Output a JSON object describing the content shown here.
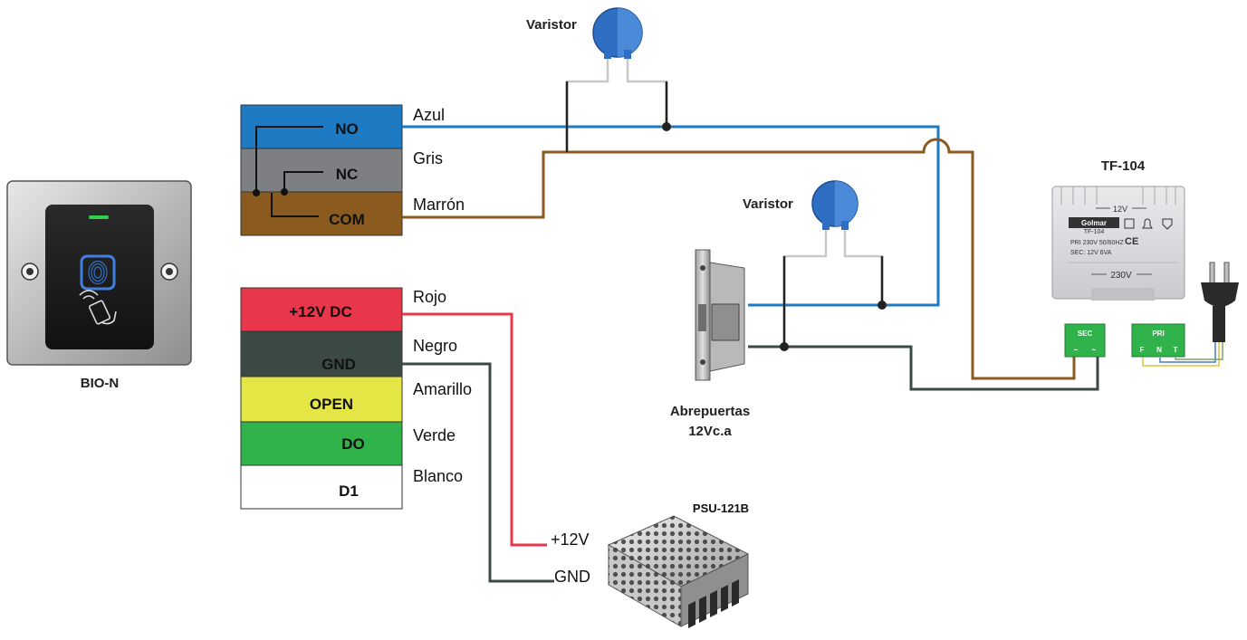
{
  "reader": {
    "name": "BIO-N"
  },
  "relay_block": {
    "terminals": [
      "NO",
      "NC",
      "COM"
    ],
    "wire_labels": [
      "Azul",
      "Gris",
      "Marrón"
    ]
  },
  "power_block": {
    "terminals": [
      "+12V DC",
      "GND",
      "OPEN",
      "DO",
      "D1"
    ],
    "wire_labels": [
      "Rojo",
      "Negro",
      "Amarillo",
      "Verde",
      "Blanco"
    ]
  },
  "varistor_top": {
    "label": "Varistor"
  },
  "varistor_lock": {
    "label": "Varistor"
  },
  "lock": {
    "label_line1": "Abrepuertas",
    "label_line2": "12Vc.a"
  },
  "transformer": {
    "name": "TF-104",
    "secondary_label": "12V",
    "primary_label": "230V",
    "brand": "Golmar",
    "model_small": "TF-104",
    "spec_pri": "PRI  230V 50/60HZ",
    "spec_sec": "SEC:  12V 6VA",
    "sec_block": "SEC",
    "sec_terms": [
      "~",
      "~"
    ],
    "pri_block": "PRI",
    "pri_terms": [
      "F",
      "N",
      "T"
    ]
  },
  "psu": {
    "name": "PSU-121B",
    "pos_label": "+12V",
    "gnd_label": "GND"
  },
  "colors": {
    "blue": "#1f7ac4",
    "grey": "#7d7f82",
    "brown": "#8a5a1e",
    "red": "#e8374a",
    "dark": "#3b4a44",
    "yellow": "#e3e645",
    "green": "#2fb34a",
    "white": "#ffffff"
  }
}
